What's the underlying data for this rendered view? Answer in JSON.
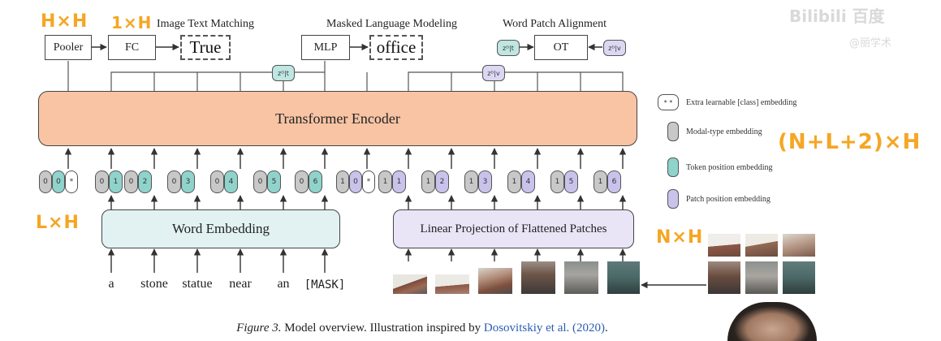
{
  "heads": {
    "itm_title": "Image Text Matching",
    "mlm_title": "Masked Language Modeling",
    "wpa_title": "Word Patch Alignment",
    "pooler": "Pooler",
    "fc": "FC",
    "itm_output": "True",
    "mlp": "MLP",
    "mlm_output": "office",
    "ot": "OT",
    "zt_label": "zᴰ|t",
    "zv_label": "zᴰ|v"
  },
  "encoder": {
    "label": "Transformer Encoder"
  },
  "word_embedding": {
    "label": "Word Embedding"
  },
  "linear_projection": {
    "label": "Linear Projection of Flattened Patches"
  },
  "text_tokens": [
    {
      "modal": "0",
      "pos": "0",
      "extra": "*"
    },
    {
      "modal": "0",
      "pos": "1"
    },
    {
      "modal": "0",
      "pos": "2"
    },
    {
      "modal": "0",
      "pos": "3"
    },
    {
      "modal": "0",
      "pos": "4"
    },
    {
      "modal": "0",
      "pos": "5"
    },
    {
      "modal": "0",
      "pos": "6"
    }
  ],
  "image_tokens": [
    {
      "modal": "1",
      "pos": "0",
      "extra": "*"
    },
    {
      "modal": "1",
      "pos": "1"
    },
    {
      "modal": "1",
      "pos": "2"
    },
    {
      "modal": "1",
      "pos": "3"
    },
    {
      "modal": "1",
      "pos": "4"
    },
    {
      "modal": "1",
      "pos": "5"
    },
    {
      "modal": "1",
      "pos": "6"
    }
  ],
  "words": [
    "a",
    "stone",
    "statue",
    "near",
    "an",
    "[MASK]"
  ],
  "legend": [
    {
      "label": "Extra learnable [class] embedding",
      "icon": "*"
    },
    {
      "label": "Modal-type embedding",
      "color": "#c8c8c8"
    },
    {
      "label": "Token position embedding",
      "color": "#8fd3cc"
    },
    {
      "label": "Patch position embedding",
      "color": "#c9c3ec"
    }
  ],
  "annotations": {
    "hxh": "H×H",
    "one_h": "1×H",
    "lxh": "L×H",
    "nxh": "N×H",
    "total": "(N+L+2)×H"
  },
  "caption": {
    "fig": "Figure 3.",
    "text": " Model overview. Illustration inspired by ",
    "cite": "Dosovitskiy et al. (2020)",
    "end": "."
  },
  "watermark": {
    "logo": "Bilibili 百度",
    "sub": "@丽学术"
  },
  "colors": {
    "encoder": "#f8c4a4",
    "word_embedding": "#e2f2f2",
    "linear_projection": "#e9e5f7",
    "modal": "#c8c8c8",
    "token_pos": "#8fd3cc",
    "patch_pos": "#c9c3ec",
    "annotation": "#f5a623"
  }
}
